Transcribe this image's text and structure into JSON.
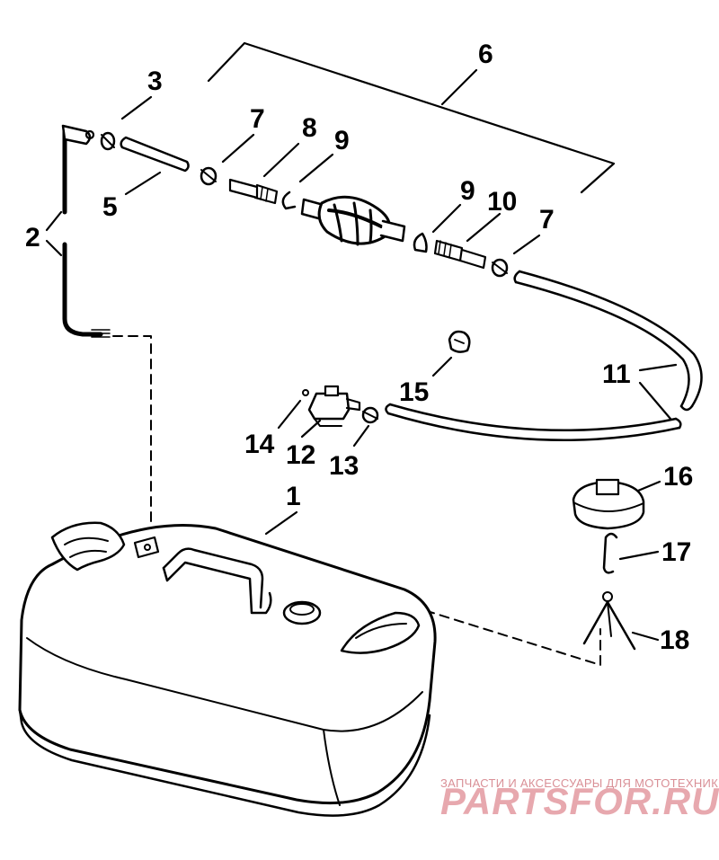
{
  "diagram": {
    "labels": {
      "p1": "1",
      "p2": "2",
      "p3": "3",
      "p5": "5",
      "p6": "6",
      "p7a": "7",
      "p7b": "7",
      "p8": "8",
      "p9a": "9",
      "p9b": "9",
      "p10": "10",
      "p11": "11",
      "p12": "12",
      "p13": "13",
      "p14": "14",
      "p15": "15",
      "p16": "16",
      "p17": "17",
      "p18": "18"
    }
  },
  "watermark": {
    "tagline": "ЗАПЧАСТИ И АКСЕССУАРЫ ДЛЯ МОТОТЕХНИКИ",
    "logo": "PARTSFOR.RU",
    "color": "#e7a8ae"
  }
}
